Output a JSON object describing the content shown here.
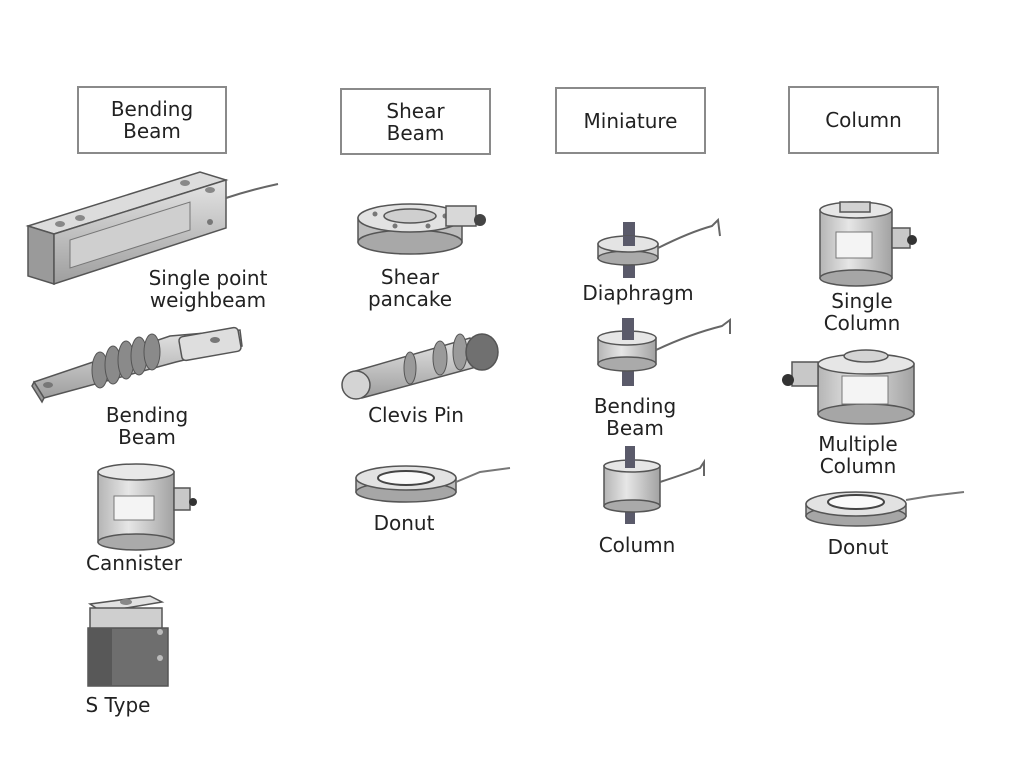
{
  "categories": [
    {
      "id": "bending-beam",
      "title": "Bending\nBeam",
      "items": [
        {
          "id": "single-point",
          "label": "Single point\nweighbeam"
        },
        {
          "id": "bending-beam-item",
          "label": "Bending\nBeam"
        },
        {
          "id": "cannister",
          "label": "Cannister"
        },
        {
          "id": "s-type",
          "label": "S Type"
        }
      ]
    },
    {
      "id": "shear-beam",
      "title": "Shear\nBeam",
      "items": [
        {
          "id": "shear-pancake",
          "label": "Shear\npancake"
        },
        {
          "id": "clevis-pin",
          "label": "Clevis Pin"
        },
        {
          "id": "donut-shear",
          "label": "Donut"
        }
      ]
    },
    {
      "id": "miniature",
      "title": "Miniature",
      "items": [
        {
          "id": "diaphragm",
          "label": "Diaphragm"
        },
        {
          "id": "mini-bending-beam",
          "label": "Bending\nBeam"
        },
        {
          "id": "mini-column",
          "label": "Column"
        }
      ]
    },
    {
      "id": "column",
      "title": "Column",
      "items": [
        {
          "id": "single-column",
          "label": "Single\nColumn"
        },
        {
          "id": "multiple-column",
          "label": "Multiple\nColumn"
        },
        {
          "id": "donut-column",
          "label": "Donut"
        }
      ]
    }
  ],
  "colors": {
    "body": "#c8c8c8",
    "body_light": "#e2e2e2",
    "body_dark": "#8c8c8c",
    "outline": "#555555",
    "rod": "#5a5a6a"
  }
}
